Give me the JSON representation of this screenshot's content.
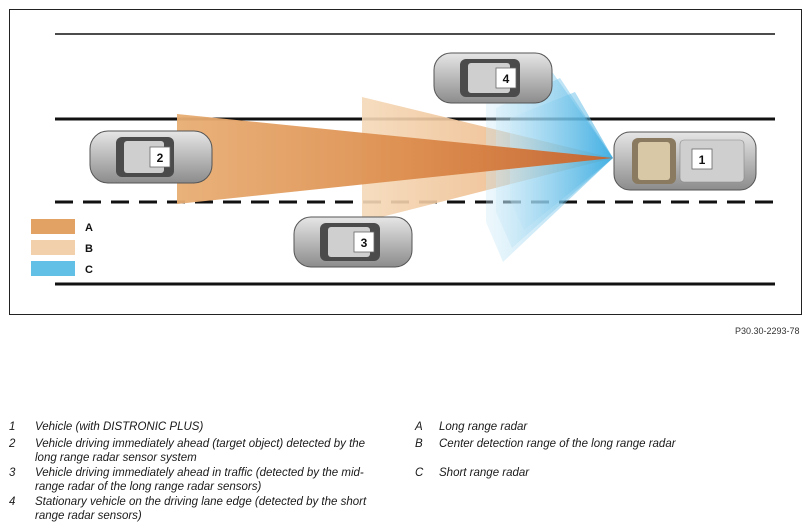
{
  "figure": {
    "colors": {
      "long_range": "#e2a264",
      "center_range": "#f2d0ac",
      "short_range": "#62c0e6",
      "road_line": "#111111"
    },
    "legend_keys": [
      {
        "letter": "A",
        "color": "#e2a264"
      },
      {
        "letter": "B",
        "color": "#f2d0ac"
      },
      {
        "letter": "C",
        "color": "#62c0e6"
      }
    ],
    "cars": [
      {
        "number": "1",
        "label": "car-1"
      },
      {
        "number": "2",
        "label": "car-2"
      },
      {
        "number": "3",
        "label": "car-3"
      },
      {
        "number": "4",
        "label": "car-4"
      }
    ]
  },
  "reference_code": "P30.30-2293-78",
  "legend_numbers": [
    {
      "key": "1",
      "text": "Vehicle (with DISTRONIC PLUS)"
    },
    {
      "key": "2",
      "text": "Vehicle driving immediately ahead (target object) detected by the long range radar sensor system"
    },
    {
      "key": "3",
      "text": "Vehicle driving immediately ahead in traffic (detected by the mid-range radar of the long range radar sensors)"
    },
    {
      "key": "4",
      "text": "Stationary vehicle on the driving lane edge (detected by the short range radar sensors)"
    }
  ],
  "legend_letters": [
    {
      "key": "A",
      "text": "Long range radar"
    },
    {
      "key": "B",
      "text": "Center detection range of the long range radar"
    },
    {
      "key": "C",
      "text": "Short range radar"
    }
  ]
}
